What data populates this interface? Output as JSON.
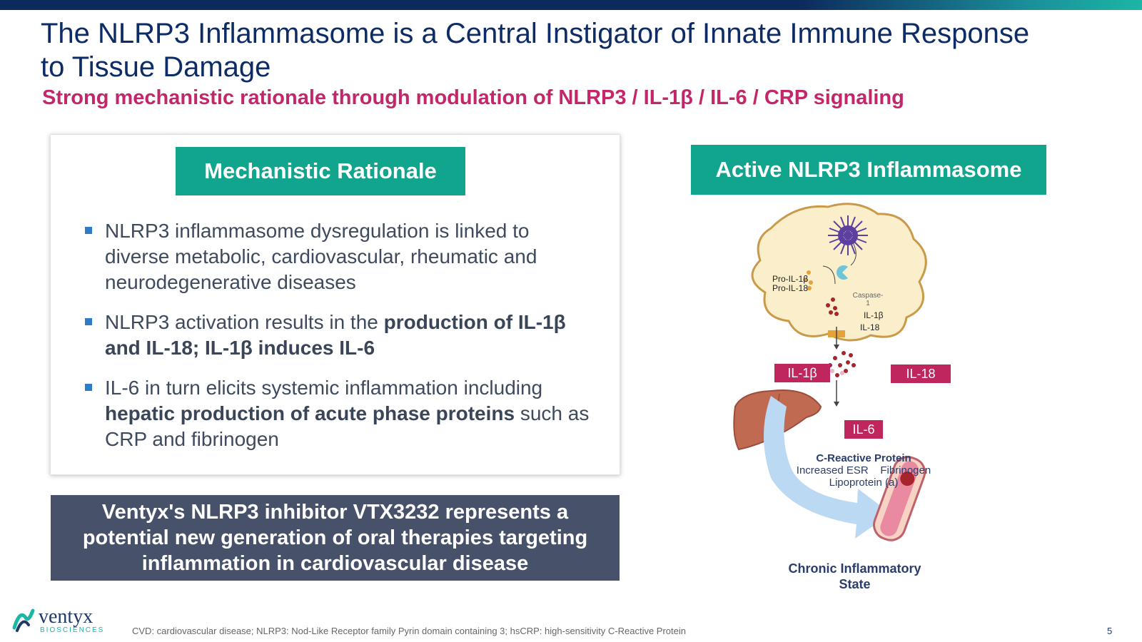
{
  "slide": {
    "title": "The NLRP3 Inflammasome is a Central Instigator of Innate Immune Response to Tissue Damage",
    "subtitle": "Strong mechanistic rationale through modulation of NLRP3 / IL-1β / IL-6 / CRP signaling",
    "page_number": "5"
  },
  "left": {
    "badge": "Mechanistic Rationale",
    "bullets": [
      {
        "parts": [
          {
            "t": "NLRP3 inflammasome dysregulation is linked to diverse metabolic, cardiovascular, rheumatic and neurodegenerative diseases",
            "b": false
          }
        ]
      },
      {
        "parts": [
          {
            "t": "NLRP3 activation results in the ",
            "b": false
          },
          {
            "t": "production of IL-1β and IL-18; IL-1β induces IL-6",
            "b": true
          }
        ]
      },
      {
        "parts": [
          {
            "t": "IL-6 in turn elicits systemic inflammation including ",
            "b": false
          },
          {
            "t": "hepatic production of acute phase proteins",
            "b": true
          },
          {
            "t": " such as CRP and fibrinogen",
            "b": false
          }
        ]
      }
    ],
    "callout": "Ventyx's NLRP3 inhibitor VTX3232 represents a potential new generation of oral therapies targeting inflammation in cardiovascular disease"
  },
  "right": {
    "badge": "Active NLRP3 Inflammasome",
    "pro_il1b": "Pro-IL-1β",
    "pro_il18": "Pro-IL-18",
    "caspase": "Caspase-1",
    "cell_il1b": "IL-1β",
    "cell_il18": "IL-18",
    "box_il1b": "IL-1β",
    "box_il18": "IL-18",
    "box_il6": "IL-6",
    "crp_title": "C-Reactive Protein",
    "crp_line2": "Increased ESR    Fibrinogen",
    "crp_line3": "Lipoprotein (a)",
    "chronic": "Chronic Inflammatory State"
  },
  "footer": {
    "logo_name": "ventyx",
    "logo_sub": "BIOSCIENCES",
    "footnote": "CVD: cardiovascular disease; NLRP3: Nod-Like Receptor family Pyrin domain containing 3; hsCRP: high-sensitivity C-Reactive Protein"
  },
  "colors": {
    "title": "#0d2b66",
    "subtitle": "#c4266a",
    "badge": "#12a58e",
    "callout": "#47526a",
    "label_box": "#c0265e"
  }
}
